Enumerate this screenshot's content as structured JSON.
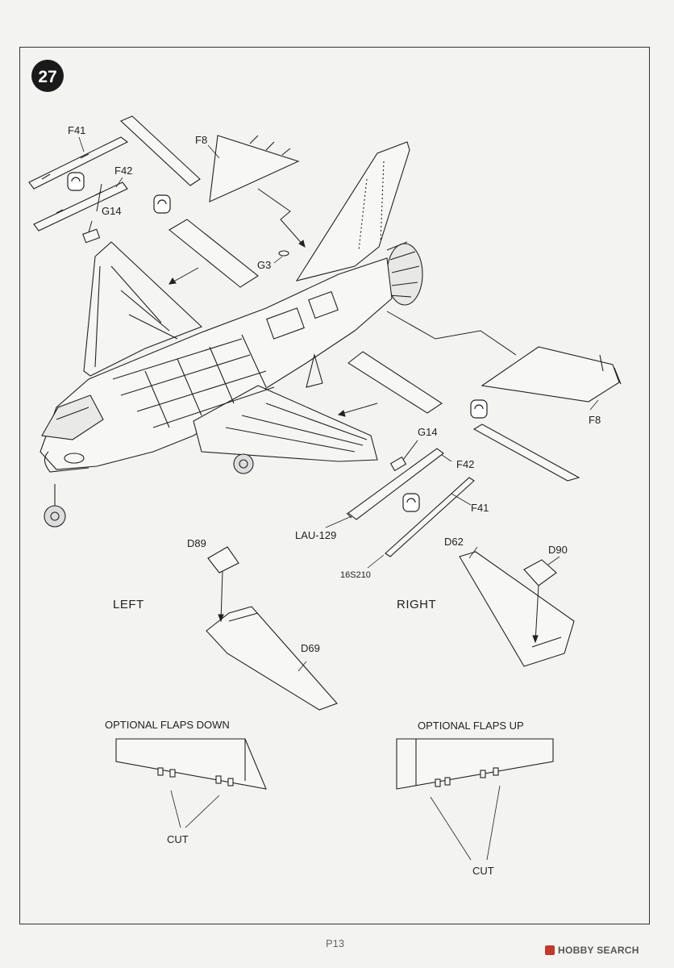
{
  "step": {
    "number": "27"
  },
  "parts": {
    "f41_left": "F41",
    "f42_left": "F42",
    "g14_left": "G14",
    "f8_top": "F8",
    "g3": "G3",
    "f8_right": "F8",
    "g14_right": "G14",
    "f42_right": "F42",
    "f41_right": "F41",
    "lau": "LAU-129",
    "missile": "16S210",
    "d89": "D89",
    "d69": "D69",
    "d62": "D62",
    "d90": "D90"
  },
  "sides": {
    "left": "LEFT",
    "right": "RIGHT"
  },
  "options": {
    "flaps_down": "OPTIONAL FLAPS DOWN",
    "flaps_up": "OPTIONAL FLAPS UP",
    "cut_left": "CUT",
    "cut_right": "CUT"
  },
  "footer": {
    "page": "P13",
    "watermark": "HOBBY SEARCH"
  },
  "colors": {
    "line": "#222222",
    "paper": "#f3f3f1",
    "badge": "#1a1a1a"
  }
}
